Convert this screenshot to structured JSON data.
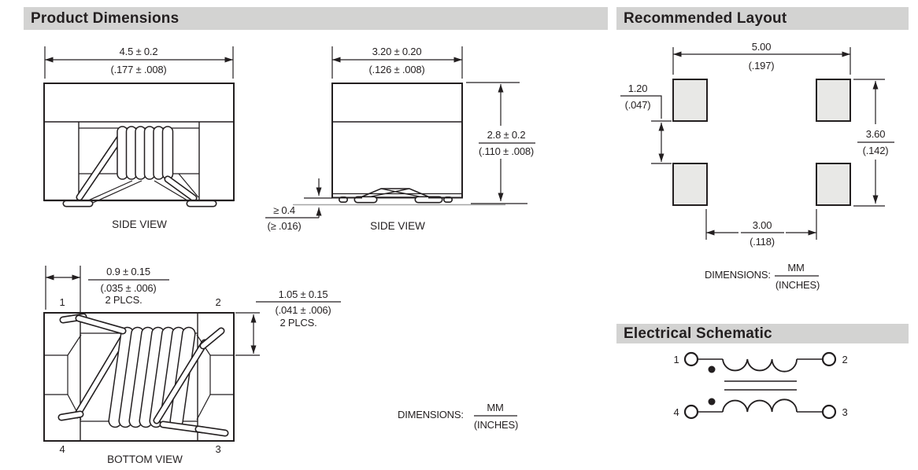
{
  "colors": {
    "ink": "#231f20",
    "header_bg": "#d3d3d2",
    "pad_fill": "#e8e8e6",
    "seating_line": "#a6a6a6",
    "background": "#ffffff"
  },
  "headers": {
    "product_dimensions": "Product Dimensions",
    "recommended_layout": "Recommended Layout",
    "electrical_schematic": "Electrical Schematic"
  },
  "side_view_1": {
    "label": "SIDE VIEW",
    "width_mm": "4.5 ± 0.2",
    "width_in": "(.177 ± .008)"
  },
  "side_view_2": {
    "label": "SIDE VIEW",
    "width_mm": "3.20 ± 0.20",
    "width_in": "(.126 ± .008)",
    "height_mm": "2.8 ± 0.2",
    "height_in": "(.110 ± .008)",
    "standoff_mm": "≥ 0.4",
    "standoff_in": "(≥ .016)"
  },
  "bottom_view": {
    "label": "BOTTOM VIEW",
    "pad_width_mm": "0.9 ± 0.15",
    "pad_width_in": "(.035 ± .006)",
    "pad_width_note": "2 PLCS.",
    "pad_height_mm": "1.05 ± 0.15",
    "pad_height_in": "(.041 ± .006)",
    "pad_height_note": "2 PLCS.",
    "pin1": "1",
    "pin2": "2",
    "pin3": "3",
    "pin4": "4"
  },
  "dimensions_note_left": {
    "label": "DIMENSIONS:",
    "numerator": "MM",
    "denominator": "(INCHES)"
  },
  "layout": {
    "outer_width_mm": "5.00",
    "outer_width_in": "(.197)",
    "pad_gap_mm": "1.20",
    "pad_gap_in": "(.047)",
    "outer_height_mm": "3.60",
    "outer_height_in": "(.142)",
    "inner_width_mm": "3.00",
    "inner_width_in": "(.118)",
    "dimensions_label": "DIMENSIONS:",
    "dimensions_numerator": "MM",
    "dimensions_denominator": "(INCHES)"
  },
  "schematic": {
    "pin1": "1",
    "pin2": "2",
    "pin3": "3",
    "pin4": "4"
  }
}
